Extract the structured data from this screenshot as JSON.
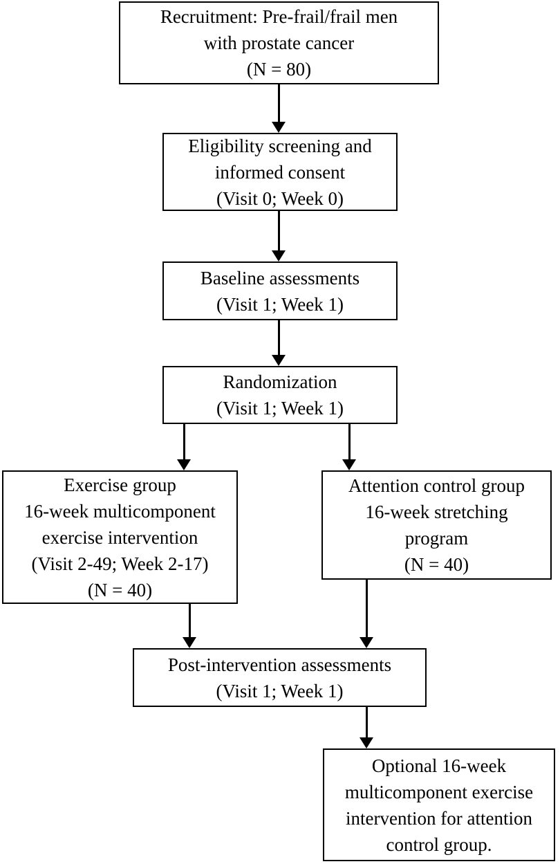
{
  "figure": {
    "type": "flow-diagram",
    "background_color": "#ffffff",
    "box_border_color": "#000000",
    "arrow_color": "#000000",
    "text_color": "#000000"
  },
  "flowchart": {
    "nodes": [
      {
        "id": "recruitment",
        "lines": [
          "Recruitment: Pre-frail/frail men",
          "with prostate cancer",
          "(N = 80)"
        ]
      },
      {
        "id": "eligibility",
        "lines": [
          "Eligibility screening and",
          "informed consent",
          "(Visit 0; Week 0)"
        ]
      },
      {
        "id": "baseline",
        "lines": [
          "Baseline assessments",
          "(Visit 1; Week 1)"
        ]
      },
      {
        "id": "randomization",
        "lines": [
          "Randomization",
          "(Visit 1; Week 1)"
        ]
      },
      {
        "id": "exercise-group",
        "lines": [
          "Exercise group",
          "16-week multicomponent",
          "exercise intervention",
          "(Visit 2-49; Week 2-17)",
          "(N = 40)"
        ]
      },
      {
        "id": "attention-control-group",
        "lines": [
          "Attention control group",
          "16-week stretching",
          "program",
          "(N = 40)"
        ]
      },
      {
        "id": "post-intervention",
        "lines": [
          "Post-intervention assessments",
          "(Visit 1; Week 1)"
        ]
      },
      {
        "id": "optional-intervention",
        "lines": [
          "Optional 16-week",
          "multicomponent exercise",
          "intervention for attention",
          "control group."
        ]
      }
    ],
    "edges": [
      {
        "from": "recruitment",
        "to": "eligibility"
      },
      {
        "from": "eligibility",
        "to": "baseline"
      },
      {
        "from": "baseline",
        "to": "randomization"
      },
      {
        "from": "randomization",
        "to": "exercise-group"
      },
      {
        "from": "randomization",
        "to": "attention-control-group"
      },
      {
        "from": "exercise-group",
        "to": "post-intervention"
      },
      {
        "from": "attention-control-group",
        "to": "post-intervention"
      },
      {
        "from": "post-intervention",
        "to": "optional-intervention"
      }
    ]
  }
}
